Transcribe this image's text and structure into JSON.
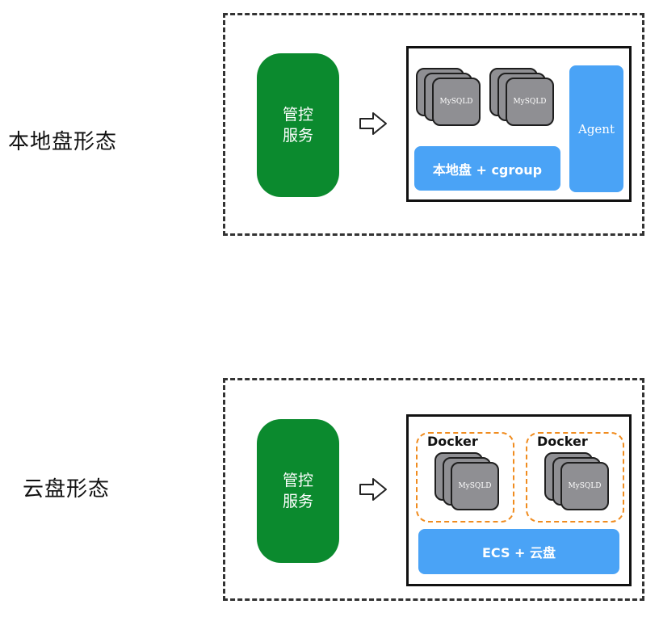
{
  "sections": [
    {
      "label": "本地盘形态",
      "control_service": [
        "管控",
        "服务"
      ],
      "instances": [
        {
          "label": "MySQLD"
        },
        {
          "label": "MySQLD"
        }
      ],
      "storage": "本地盘 + cgroup",
      "agent": "Agent"
    },
    {
      "label": "云盘形态",
      "control_service": [
        "管控",
        "服务"
      ],
      "instances": [
        {
          "container": "Docker",
          "label": "MySQLD"
        },
        {
          "container": "Docker",
          "label": "MySQLD"
        }
      ],
      "storage": "ECS + 云盘"
    }
  ],
  "colors": {
    "control_service": "#0b8a2e",
    "storage_bar": "#4aa3f6",
    "instance_card": "#8f8f93",
    "docker_border": "#f08c1f"
  }
}
